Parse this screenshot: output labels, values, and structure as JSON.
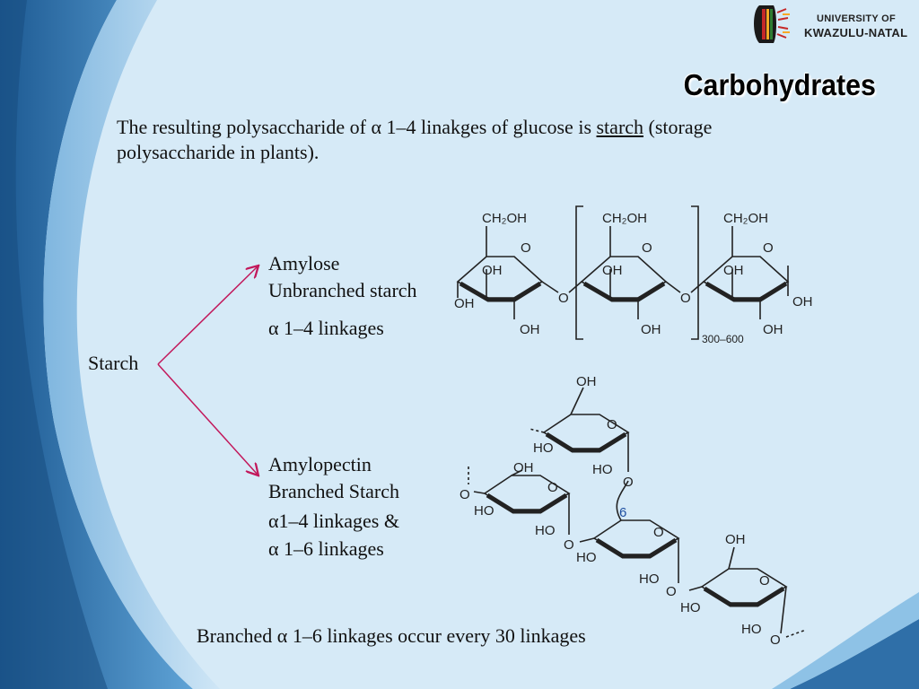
{
  "header": {
    "logo_line1": "UNIVERSITY OF",
    "logo_line2": "KWAZULU-NATAL",
    "title": "Carbohydrates"
  },
  "intro": {
    "before": "The resulting polysaccharide of α 1–4 linakges of glucose is ",
    "emph": "starch",
    "after": " (storage polysaccharide in plants)."
  },
  "diagram": {
    "root": "Starch",
    "amylose": {
      "name": "Amylose",
      "desc": "Unbranched starch",
      "linkage": "α 1–4 linkages"
    },
    "amylopectin": {
      "name": "Amylopectin",
      "desc": "Branched Starch",
      "linkage1": "α1–4 linkages &",
      "linkage2": "α 1–6 linkages"
    },
    "amylose_structure": {
      "ch2oh": "CH₂OH",
      "oh": "OH",
      "o": "O",
      "repeat": "300–600"
    },
    "amylopectin_structure": {
      "oh": "OH",
      "ho": "HO",
      "o": "O",
      "branch_number": "6"
    }
  },
  "footer_note": "Branched α 1–6 linkages occur every 30 linkages",
  "colors": {
    "background": "#d6eaf7",
    "arrow": "#c2185b",
    "swoosh_dark": "#2f6fa8",
    "swoosh_light": "#8ec2e6"
  }
}
